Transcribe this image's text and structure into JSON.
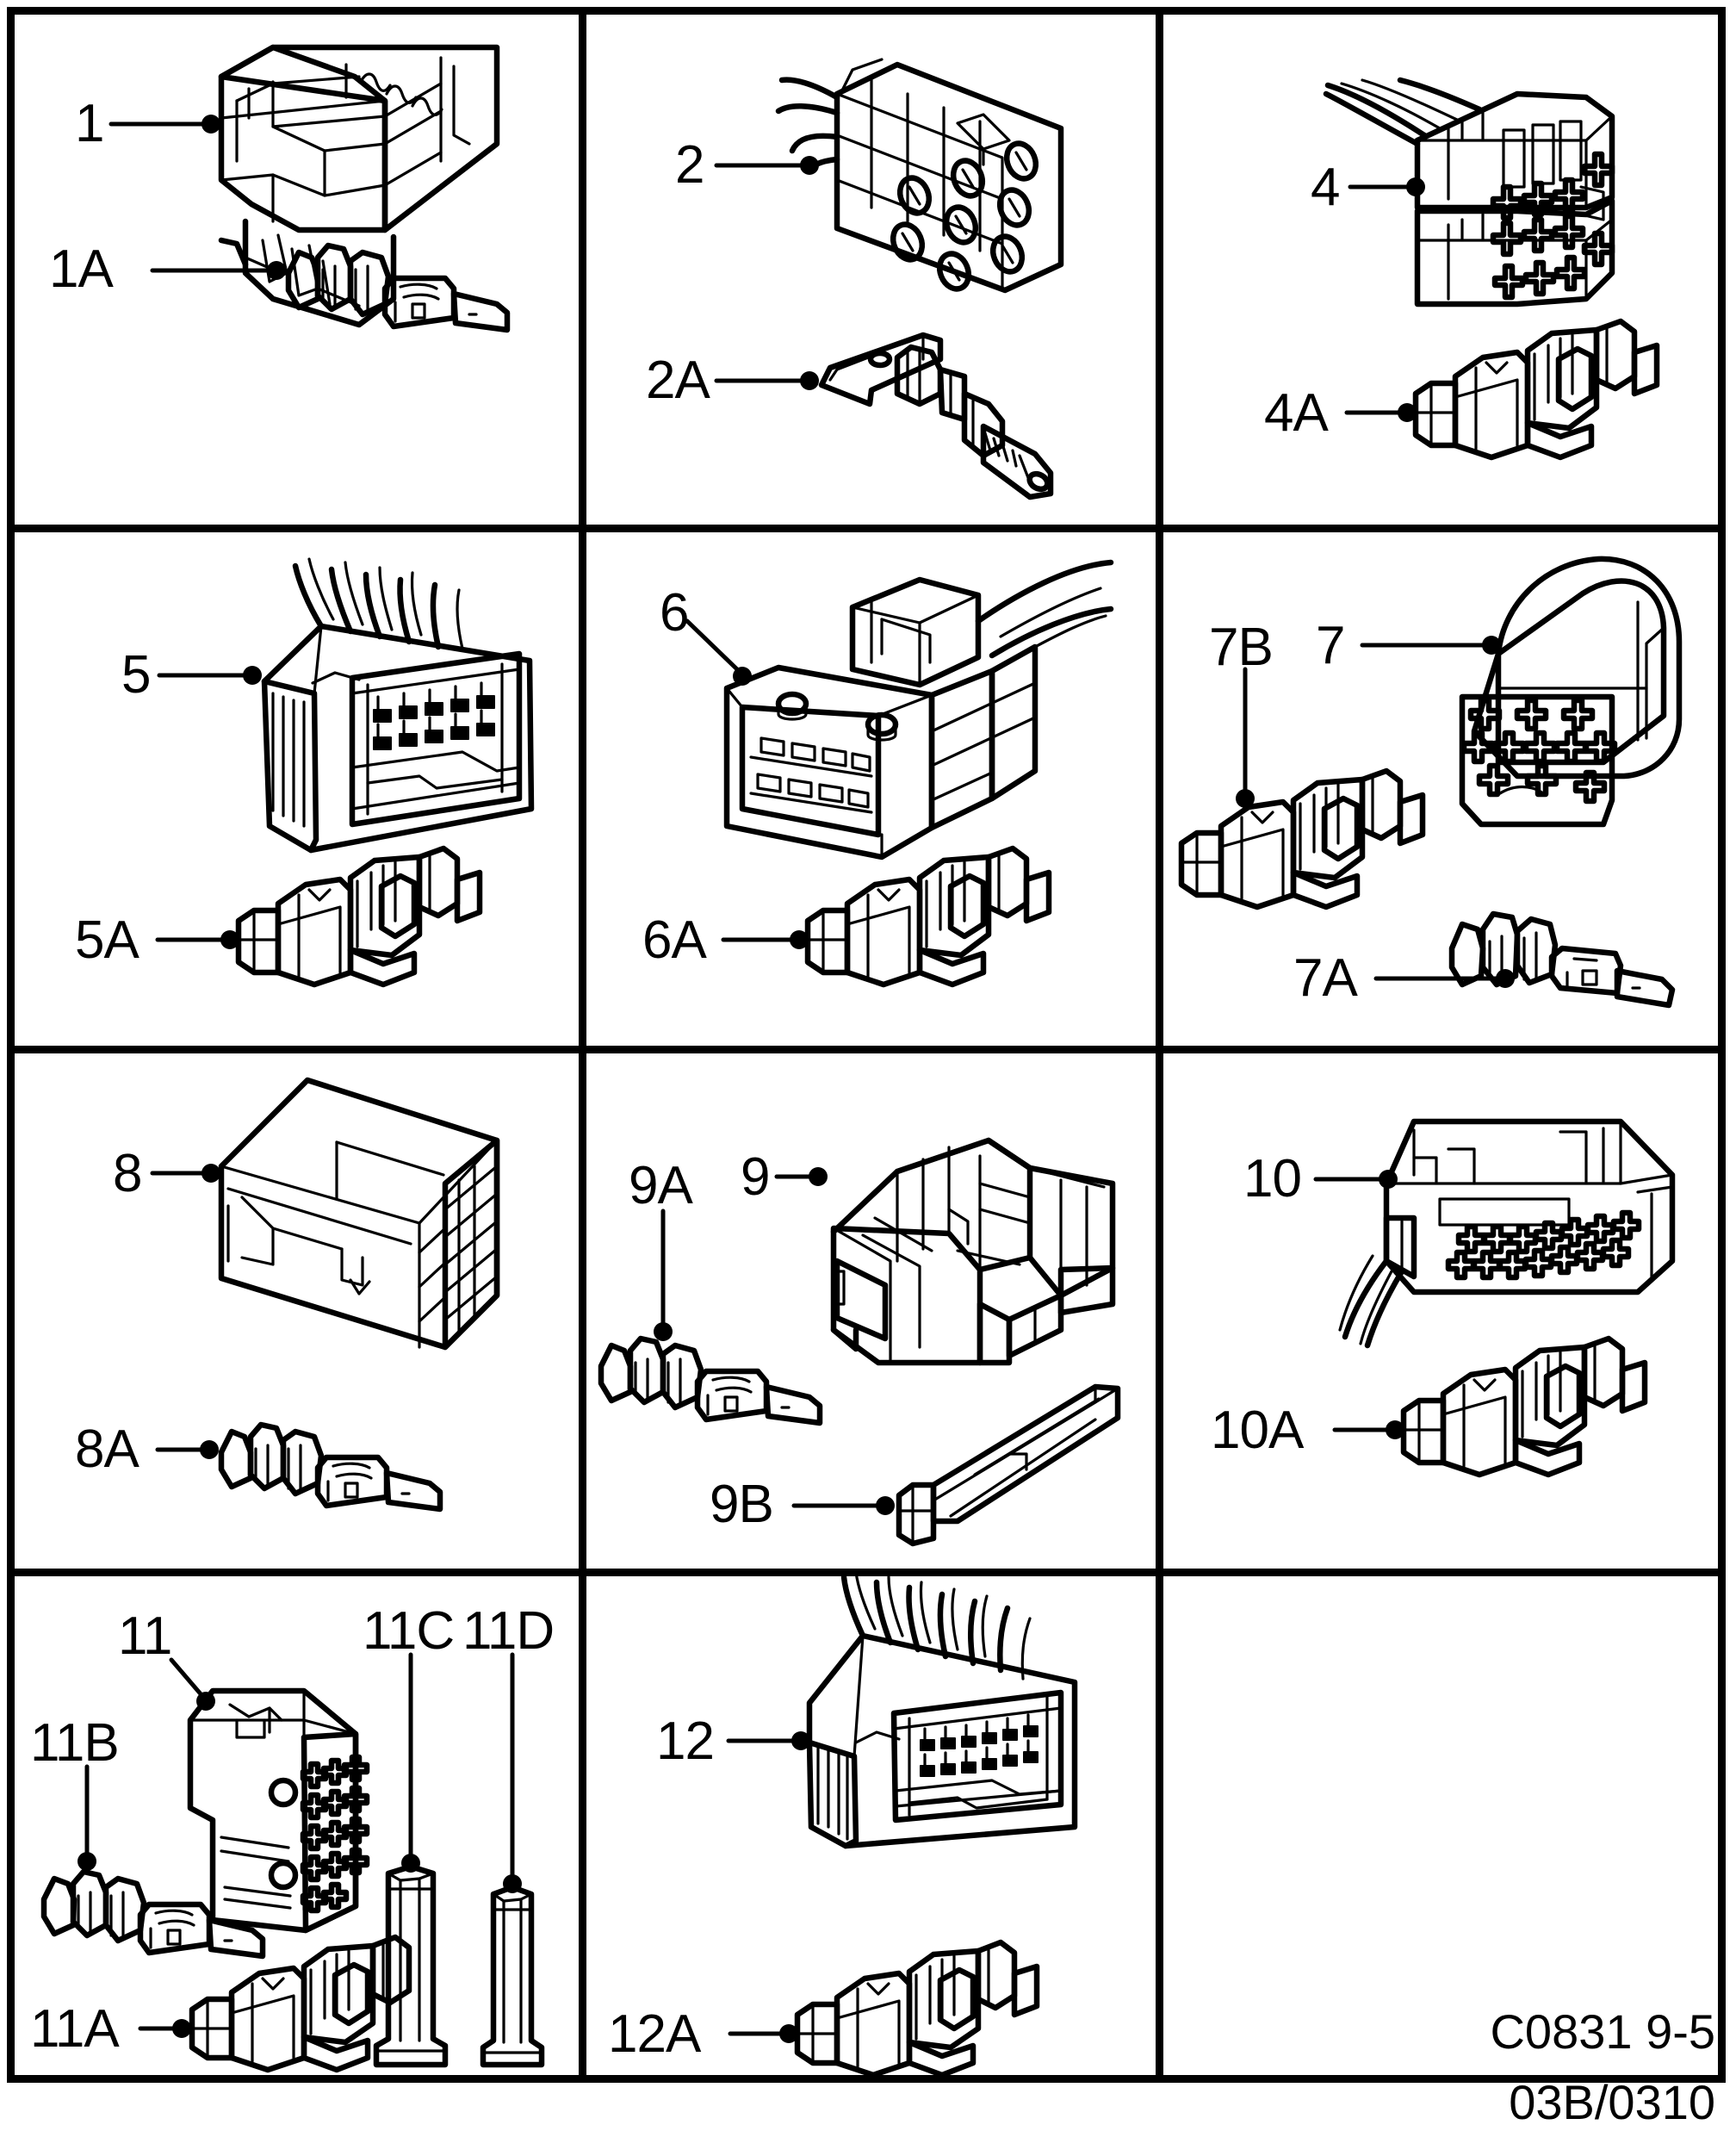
{
  "document": {
    "type": "parts-illustration-grid",
    "caption_top": "C0831 9-5",
    "caption_bottom": "03B/0310"
  },
  "grid": {
    "columns": 3,
    "rows": 4,
    "cells": [
      {
        "id": "cell-1",
        "row": 1,
        "col": 1,
        "parts": [
          {
            "label": "1",
            "kind": "connector-housing"
          },
          {
            "label": "1A",
            "kind": "terminal-blade"
          }
        ]
      },
      {
        "id": "cell-2",
        "row": 1,
        "col": 2,
        "parts": [
          {
            "label": "2",
            "kind": "round-pin-connector-9way"
          },
          {
            "label": "2A",
            "kind": "terminal-round-pin"
          }
        ]
      },
      {
        "id": "cell-4",
        "row": 1,
        "col": 3,
        "parts": [
          {
            "label": "4",
            "kind": "stacked-connector-housing"
          },
          {
            "label": "4A",
            "kind": "terminal-socket"
          }
        ]
      },
      {
        "id": "cell-5",
        "row": 2,
        "col": 1,
        "parts": [
          {
            "label": "5",
            "kind": "multiway-connector-housing"
          },
          {
            "label": "5A",
            "kind": "terminal-socket"
          }
        ]
      },
      {
        "id": "cell-6",
        "row": 2,
        "col": 2,
        "parts": [
          {
            "label": "6",
            "kind": "multiway-connector-housing"
          },
          {
            "label": "6A",
            "kind": "terminal-socket"
          }
        ]
      },
      {
        "id": "cell-7",
        "row": 2,
        "col": 3,
        "parts": [
          {
            "label": "7",
            "kind": "oval-connector-housing"
          },
          {
            "label": "7B",
            "kind": "terminal-socket"
          },
          {
            "label": "7A",
            "kind": "terminal-blade"
          }
        ]
      },
      {
        "id": "cell-8",
        "row": 3,
        "col": 1,
        "parts": [
          {
            "label": "8",
            "kind": "connector-housing"
          },
          {
            "label": "8A",
            "kind": "terminal-blade"
          }
        ]
      },
      {
        "id": "cell-9",
        "row": 3,
        "col": 2,
        "parts": [
          {
            "label": "9",
            "kind": "connector-housing"
          },
          {
            "label": "9A",
            "kind": "terminal-blade"
          },
          {
            "label": "9B",
            "kind": "secondary-lock-wedge"
          }
        ]
      },
      {
        "id": "cell-10",
        "row": 3,
        "col": 3,
        "parts": [
          {
            "label": "10",
            "kind": "multiway-connector-housing"
          },
          {
            "label": "10A",
            "kind": "terminal-socket"
          }
        ]
      },
      {
        "id": "cell-11",
        "row": 4,
        "col": 1,
        "parts": [
          {
            "label": "11",
            "kind": "connector-housing"
          },
          {
            "label": "11B",
            "kind": "terminal-blade"
          },
          {
            "label": "11A",
            "kind": "terminal-socket"
          },
          {
            "label": "11C",
            "kind": "secondary-lock-wedge"
          },
          {
            "label": "11D",
            "kind": "secondary-lock-wedge"
          }
        ]
      },
      {
        "id": "cell-12",
        "row": 4,
        "col": 2,
        "parts": [
          {
            "label": "12",
            "kind": "multiway-connector-housing"
          },
          {
            "label": "12A",
            "kind": "terminal-socket"
          }
        ]
      },
      {
        "id": "cell-empty",
        "row": 4,
        "col": 3,
        "parts": []
      }
    ]
  },
  "labels": {
    "l1": "1",
    "l1A": "1A",
    "l2": "2",
    "l2A": "2A",
    "l4": "4",
    "l4A": "4A",
    "l5": "5",
    "l5A": "5A",
    "l6": "6",
    "l6A": "6A",
    "l7": "7",
    "l7A": "7A",
    "l7B": "7B",
    "l8": "8",
    "l8A": "8A",
    "l9": "9",
    "l9A": "9A",
    "l9B": "9B",
    "l10": "10",
    "l10A": "10A",
    "l11": "11",
    "l11A": "11A",
    "l11B": "11B",
    "l11C": "11C",
    "l11D": "11D",
    "l12": "12",
    "l12A": "12A"
  },
  "colors": {
    "ink": "#000000",
    "paper": "#ffffff"
  }
}
